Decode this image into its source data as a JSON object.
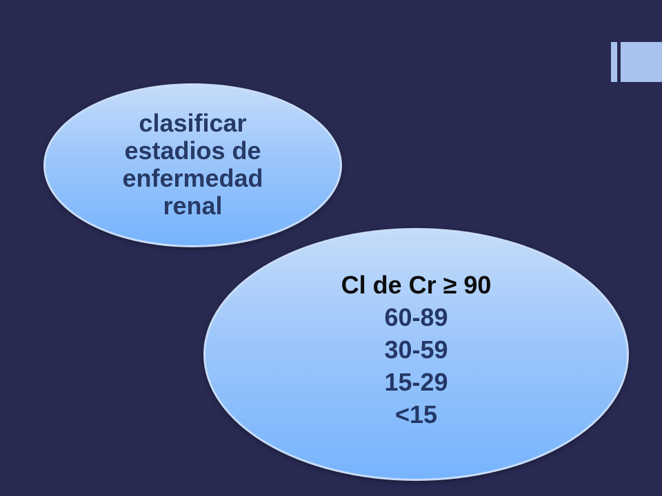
{
  "colors": {
    "background": "#282a52",
    "accent": "#a9c3ee",
    "ellipse_top": "#c5dcf9",
    "ellipse_bottom": "#77b4fd",
    "text_dark_blue": "#273a66",
    "text_black": "#0c0c0c"
  },
  "bubble_top": {
    "lines": [
      "clasificar",
      "estadios de",
      "enfermedad",
      "renal"
    ]
  },
  "bubble_bottom": {
    "heading": "Cl de Cr ≥ 90",
    "ranges": [
      "60-89",
      "30-59",
      "15-29",
      "<15"
    ]
  }
}
